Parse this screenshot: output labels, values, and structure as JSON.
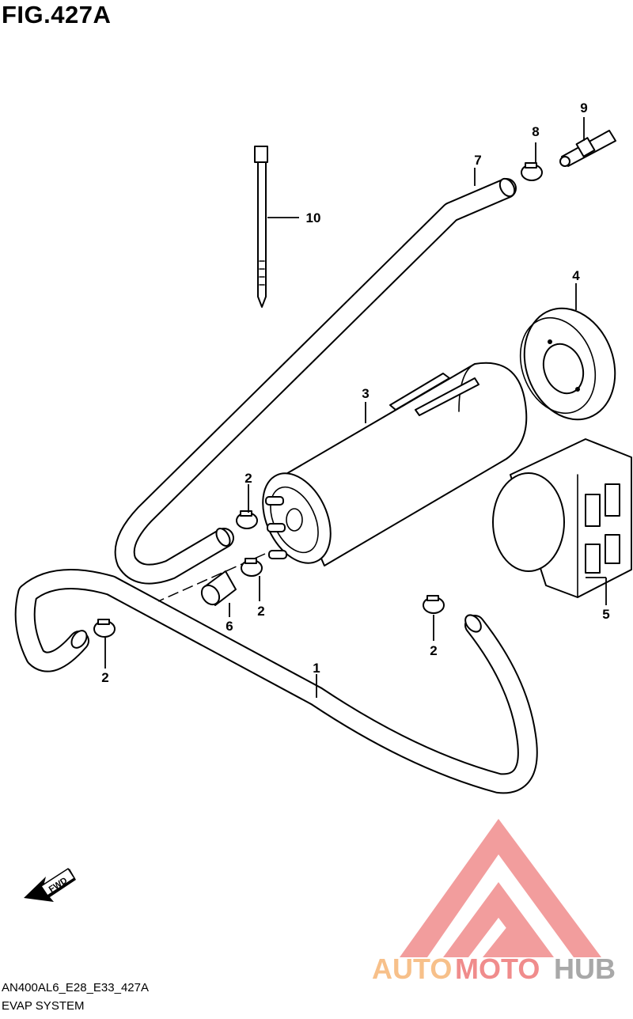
{
  "figure": {
    "title": "FIG.427A",
    "code": "AN400AL6_E28_E33_427A",
    "name": "EVAP SYSTEM"
  },
  "callouts": [
    {
      "id": "1",
      "label": "1"
    },
    {
      "id": "2",
      "label": "2"
    },
    {
      "id": "3",
      "label": "3"
    },
    {
      "id": "4",
      "label": "4"
    },
    {
      "id": "5",
      "label": "5"
    },
    {
      "id": "6",
      "label": "6"
    },
    {
      "id": "7",
      "label": "7"
    },
    {
      "id": "8",
      "label": "8"
    },
    {
      "id": "9",
      "label": "9"
    },
    {
      "id": "10",
      "label": "10"
    }
  ],
  "fwd_arrow": {
    "label": "FWD",
    "icon": "fwd-arrow-icon"
  },
  "watermark": {
    "part1": "AUTO",
    "part2": "MOTO",
    "part3": "HUB",
    "colors": {
      "auto": "#f7c08a",
      "moto": "#f08c8c",
      "hub": "#a8a8a8",
      "logo": "#f08c8c"
    }
  }
}
